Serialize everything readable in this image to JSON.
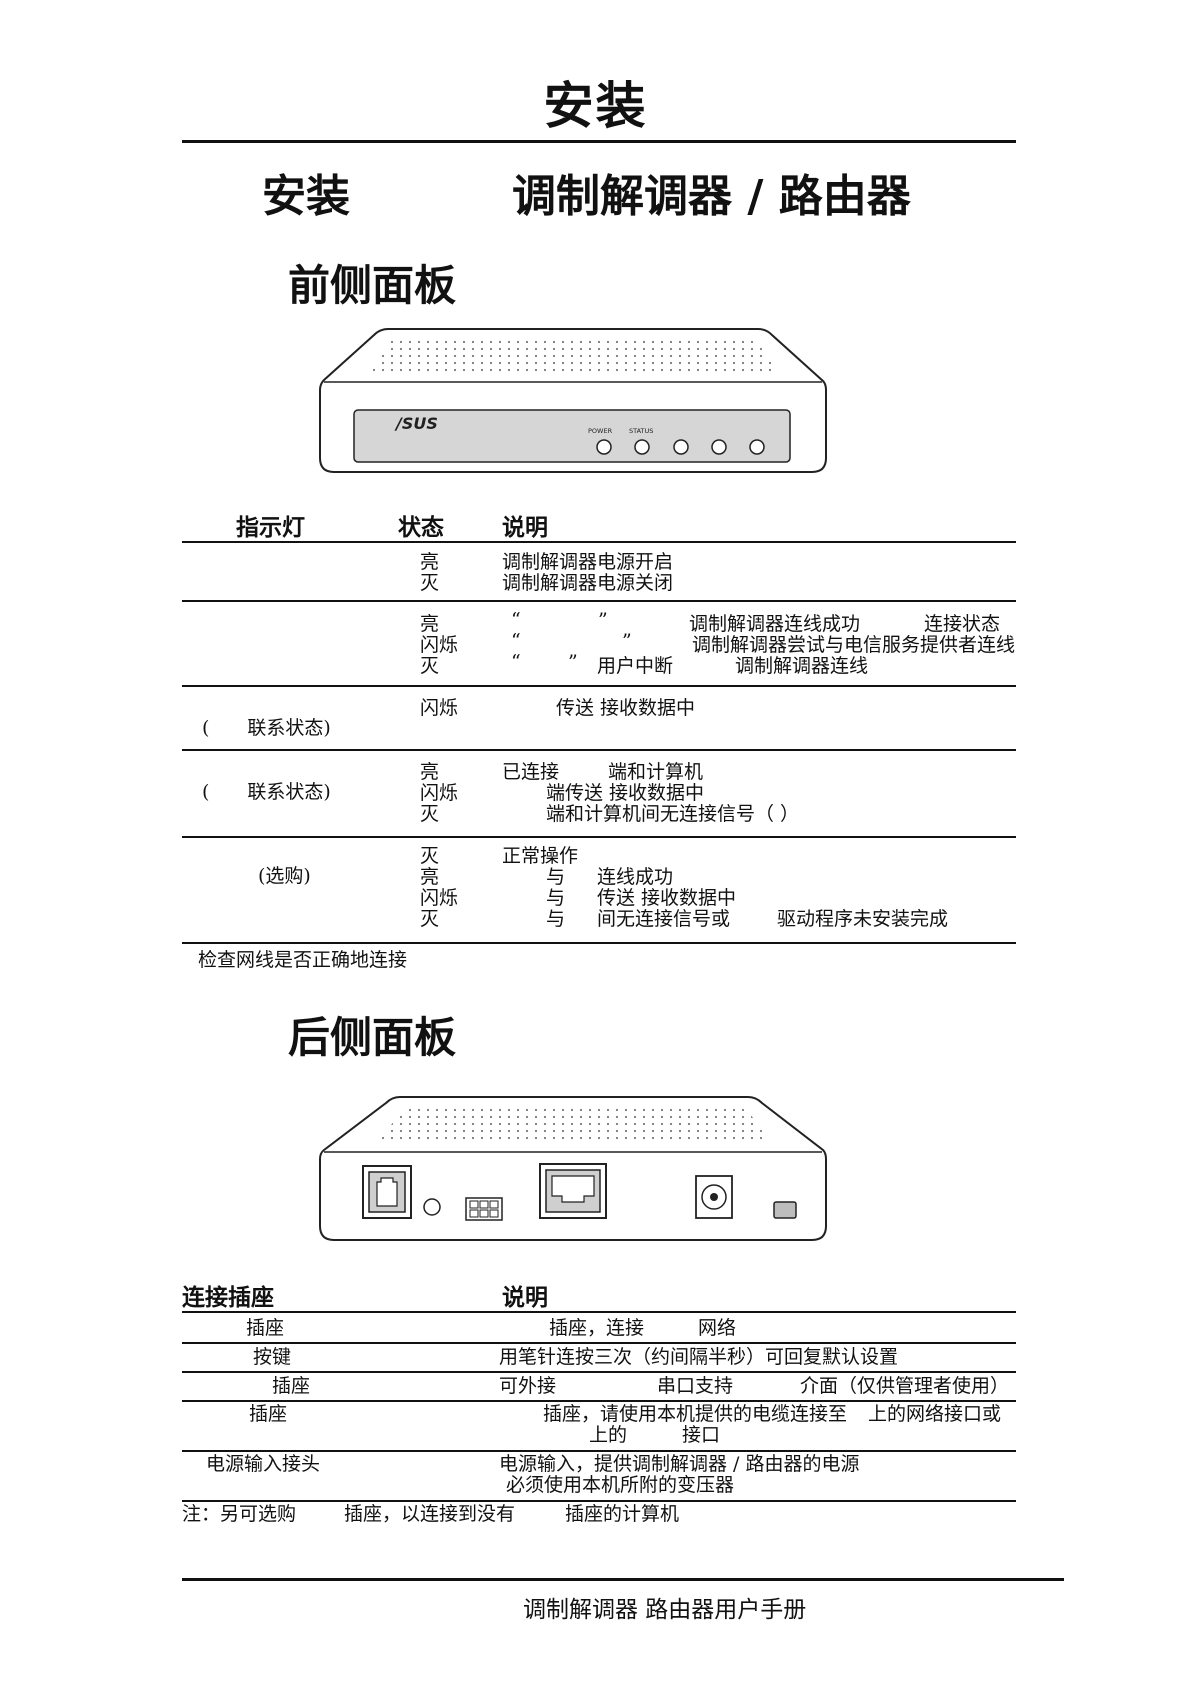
{
  "page": {
    "title": "安装",
    "subtitle_left": "安装",
    "subtitle_right": "调制解调器 / 路由器",
    "front_panel_heading": "前侧面板",
    "rear_panel_heading": "后侧面板",
    "footer": "调制解调器 路由器用户手册"
  },
  "front_device": {
    "logo": "/SUS",
    "power_label": "POWER",
    "status_label": "STATUS",
    "led_count": 5
  },
  "led_table": {
    "headers": {
      "indicator": "指示灯",
      "state": "状态",
      "description": "说明"
    },
    "row1": {
      "states": [
        "亮",
        "灭"
      ],
      "desc": [
        "调制解调器电源开启",
        "调制解调器电源关闭"
      ]
    },
    "row2": {
      "states": [
        "亮",
        "闪烁",
        "灭"
      ],
      "line1": {
        "q1": "“",
        "q2": "”",
        "text": "调制解调器连线成功",
        "tail": "连接状态"
      },
      "line2": {
        "q1": "“",
        "q2": "”",
        "text": "调制解调器尝试与电信服务提供者连线"
      },
      "line3": {
        "q1": "“",
        "q2": "”",
        "text": "用户中断",
        "tail": "调制解调器连线"
      }
    },
    "row3": {
      "indicator": "(　　联系状态)",
      "states": [
        "闪烁"
      ],
      "desc": "传送 接收数据中"
    },
    "row4": {
      "indicator": "(　　联系状态)",
      "states": [
        "亮",
        "闪烁",
        "灭"
      ],
      "desc": [
        "已连接",
        "端和计算机",
        "端传送 接收数据中",
        "端和计算机间无连接信号（ ）"
      ]
    },
    "row5": {
      "indicator": "(选购)",
      "states": [
        "灭",
        "亮",
        "闪烁",
        "灭"
      ],
      "desc0": "正常操作",
      "yu": "与",
      "desc1": "连线成功",
      "desc2": "传送 接收数据中",
      "desc3a": "间无连接信号或",
      "desc3b": "驱动程序未安装完成"
    },
    "note": "检查网线是否正确地连接"
  },
  "connector_table": {
    "headers": {
      "port": "连接插座",
      "description": "说明"
    },
    "rows": [
      {
        "port": "插座",
        "desc_a": "插座，连接",
        "desc_b": "网络"
      },
      {
        "port": "按键",
        "desc_a": "用笔针连按三次（约间隔半秒）可回复默认设置"
      },
      {
        "port": "插座",
        "desc_a": "可外接",
        "desc_b": "串口支持",
        "desc_c": "介面（仅供管理者使用）"
      },
      {
        "port": "插座",
        "desc_a": "插座，请使用本机提供的电缆连接至",
        "desc_b": "上的网络接口或",
        "desc_c": "上的",
        "desc_d": "接口"
      },
      {
        "port": "电源输入接头",
        "desc_a": "电源输入，提供调制解调器 / 路由器的电源",
        "desc_b": "必须使用本机所附的变压器"
      }
    ],
    "note_a": "注：另可选购",
    "note_b": "插座，以连接到没有",
    "note_c": "插座的计算机"
  }
}
